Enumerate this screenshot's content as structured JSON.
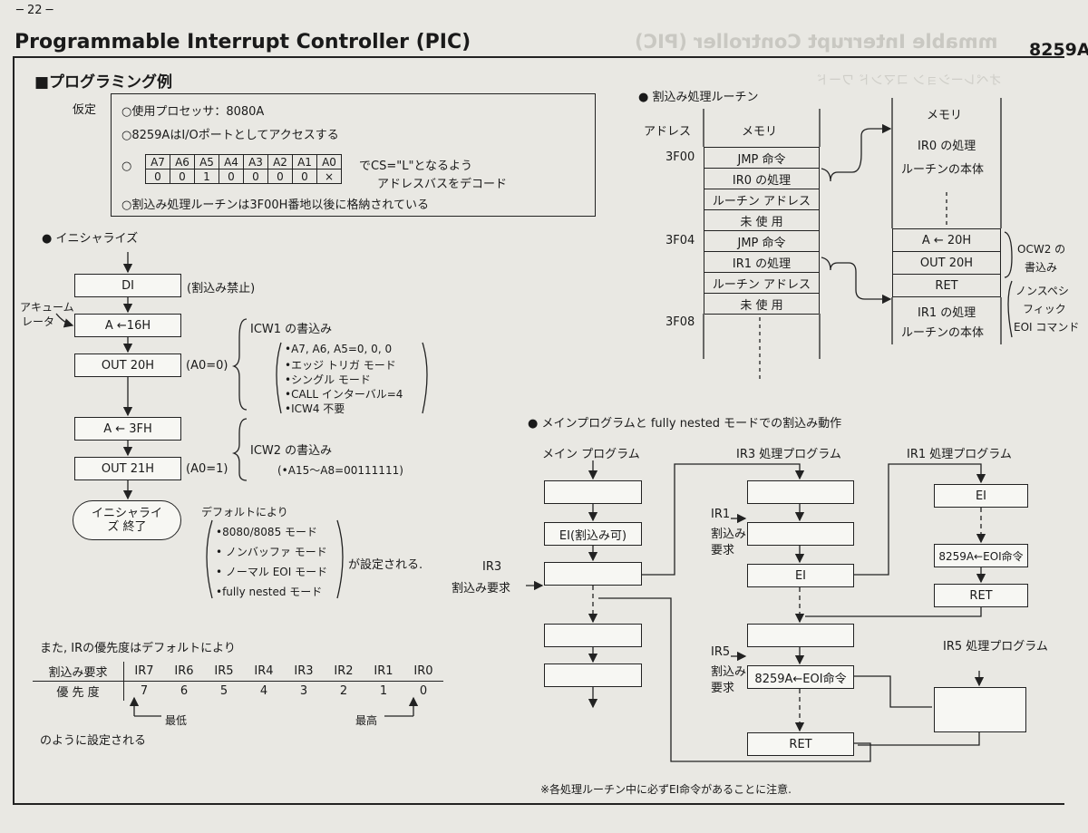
{
  "page": {
    "number": "─ 22 ─",
    "title": "Programmable Interrupt Controller (PIC)",
    "side_label": "8259A",
    "ghost_title": "mmable Interrupt Controller (PIC)",
    "ghost_sub": "オペレーション コマンド ワード"
  },
  "section": {
    "heading": "■プログラミング例",
    "assume_label": "仮定",
    "assume_lines": [
      "○使用プロセッサ：8080A",
      "○8259AはI/Oポートとしてアクセスする",
      "○割込み処理ルーチンは3F00H番地以後に格納されている"
    ],
    "addr_table": {
      "headers": [
        "A7",
        "A6",
        "A5",
        "A4",
        "A3",
        "A2",
        "A1",
        "A0"
      ],
      "values": [
        "0",
        "0",
        "1",
        "0",
        "0",
        "0",
        "0",
        "×"
      ],
      "prefix": "○",
      "note1": "でCS=\"L\"となるよう",
      "note2": "アドレスバスをデコード"
    }
  },
  "init": {
    "heading": "● イニシャライズ",
    "steps": [
      "DI",
      "A ←16H",
      "OUT 20H",
      "A ← 3FH",
      "OUT 21H",
      "イニシャライズ 終了"
    ],
    "accumulator_label1": "アキューム",
    "accumulator_label2": "レータ",
    "di_note": "(割込み禁止)",
    "a0_0": "(A0=0)",
    "a0_1": "(A0=1)",
    "icw1_title": "ICW1 の書込み",
    "icw1_items": [
      "•A7, A6, A5=0, 0, 0",
      "•エッジ トリガ モード",
      "•シングル モード",
      "•CALL インターバル=4",
      "•ICW4 不要"
    ],
    "icw2_title": "ICW2 の書込み",
    "icw2_item": "(•A15～A8=00111111)",
    "default_title": "デフォルトにより",
    "default_items": [
      "•8080/8085 モード",
      "• ノンバッファ モード",
      "• ノーマル EOI モード",
      "•fully nested モード"
    ],
    "default_tail": "が設定される."
  },
  "priority": {
    "intro": "また, IRの優先度はデフォルトにより",
    "row1_label": "割込み要求",
    "row2_label": "優 先 度",
    "irs": [
      "IR7",
      "IR6",
      "IR5",
      "IR4",
      "IR3",
      "IR2",
      "IR1",
      "IR0"
    ],
    "levels": [
      "7",
      "6",
      "5",
      "4",
      "3",
      "2",
      "1",
      "0"
    ],
    "lowest": "最低",
    "highest": "最高",
    "outro": "のように設定される"
  },
  "memory": {
    "heading": "● 割込み処理ルーチン",
    "addr_label": "アドレス",
    "mem_label": "メモリ",
    "mem_label2": "メモリ",
    "addrs": [
      "3F00",
      "3F04",
      "3F08"
    ],
    "cells": [
      "JMP 命令",
      "IR0 の処理",
      "ルーチン アドレス",
      "未 使 用",
      "JMP 命令",
      "IR1 の処理",
      "ルーチン アドレス",
      "未 使 用"
    ],
    "right_cells": [
      "IR0 の処理",
      "ルーチンの本体",
      "A ← 20H",
      "OUT 20H",
      "RET",
      "IR1 の処理",
      "ルーチンの本体"
    ],
    "ocw2_label1": "OCW2 の",
    "ocw2_label2": "書込み",
    "nonspec1": "ノンスペシ",
    "nonspec2": "フィック",
    "nonspec3": "EOI コマンド"
  },
  "nested": {
    "heading": "● メインプログラムと fully nested モードでの割込み動作",
    "main_label": "メイン プログラム",
    "ir3_label": "IR3 処理プログラム",
    "ir1_label": "IR1 処理プログラム",
    "ir5_label": "IR5 処理プログラム",
    "main_ei": "EI(割込み可)",
    "ir3_req1": "IR3",
    "ir3_req2": "割込み要求",
    "ir1_req1": "IR1",
    "ir1_req2": "割込み",
    "ir1_req3": "要求",
    "ir5_req1": "IR5",
    "ir5_req2": "割込み",
    "ir5_req3": "要求",
    "ir3_ei": "EI",
    "ir3_eoi": "8259A←EOI命令",
    "ir3_ret": "RET",
    "ir1_ei": "EI",
    "ir1_eoi": "8259A←EOI命令",
    "ir1_ret": "RET",
    "footnote": "※各処理ルーチン中に必ずEI命令があることに注意."
  }
}
